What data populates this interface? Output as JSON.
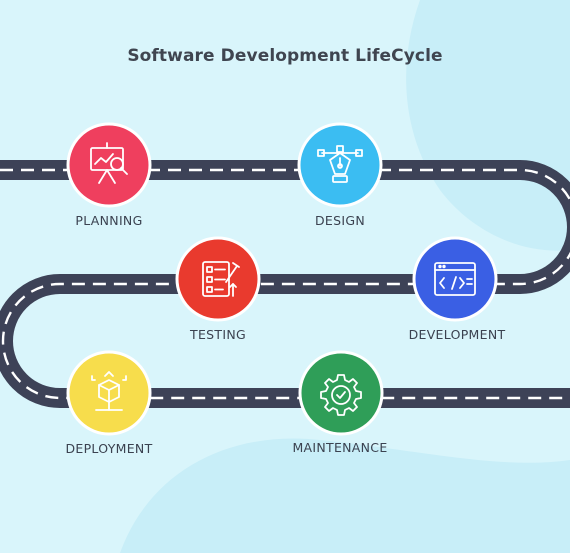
{
  "title": "Software Development LifeCycle",
  "stages": [
    {
      "label": "PLANNING",
      "icon": "presentation-chart-icon",
      "color": "#ef3f5e"
    },
    {
      "label": "DESIGN",
      "icon": "pen-tool-icon",
      "color": "#3bbdf2"
    },
    {
      "label": "DEVELOPMENT",
      "icon": "code-window-icon",
      "color": "#3a5fe4"
    },
    {
      "label": "TESTING",
      "icon": "checklist-icon",
      "color": "#e93a2e"
    },
    {
      "label": "DEPLOYMENT",
      "icon": "deploy-box-icon",
      "color": "#f7dd4c"
    },
    {
      "label": "MAINTENANCE",
      "icon": "gear-check-icon",
      "color": "#2f9e58"
    }
  ],
  "colors": {
    "background": "#d9f5fb",
    "road": "#3d4257",
    "road_dash": "#ffffff",
    "circle_border": "#ffffff"
  }
}
